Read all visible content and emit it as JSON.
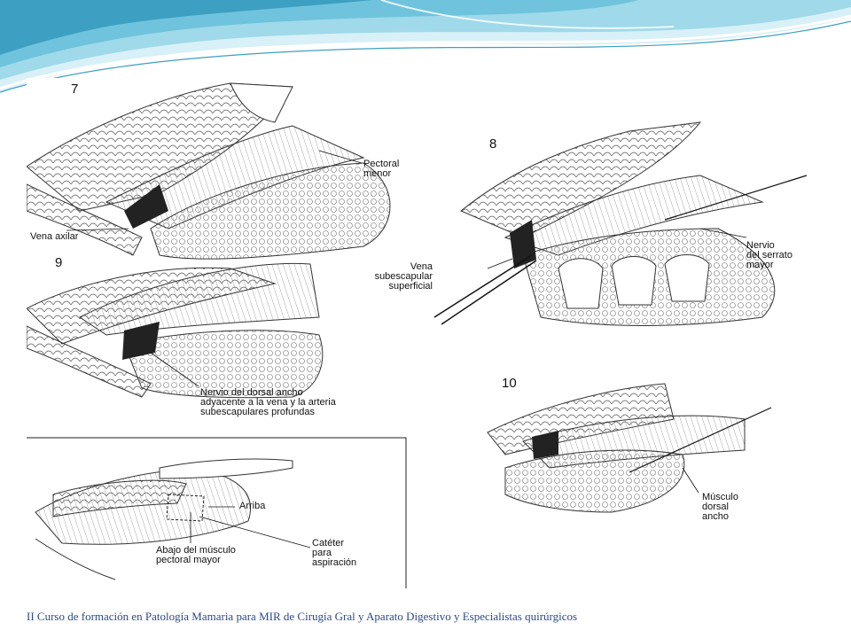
{
  "colors": {
    "wave_light": "#bfe7f2",
    "wave_mid": "#6fc3dc",
    "wave_dark": "#2f8fb5",
    "footer_text": "#2c4a8c"
  },
  "figure": {
    "panels": {
      "p7": {
        "number": "7",
        "labels": {
          "pectoral": "Pectoral\nmenor",
          "vena_axilar": "Vena axilar"
        }
      },
      "p8": {
        "number": "8",
        "labels": {
          "vena_sub": "Vena\nsubescapular\nsuperficial",
          "nervio_serrato": "Nervio\ndel serrato\nmayor"
        }
      },
      "p9": {
        "number": "9",
        "labels": {
          "nervio_dorsal": "Nervio del dorsal ancho\nadyacente a la vena y la arteria\nsubescapulares profundas"
        }
      },
      "p10": {
        "number": "10",
        "labels": {
          "musculo": "Músculo\ndorsal\nancho"
        }
      },
      "p11": {
        "labels": {
          "arriba": "Arriba",
          "abajo": "Abajo del músculo\npectoral mayor",
          "cateter": "Catéter\npara\naspiración"
        }
      }
    }
  },
  "footer": {
    "text": "II Curso de formación en Patología Mamaria para MIR  de Cirugía Gral y Aparato Digestivo y Especialistas quirúrgicos"
  }
}
